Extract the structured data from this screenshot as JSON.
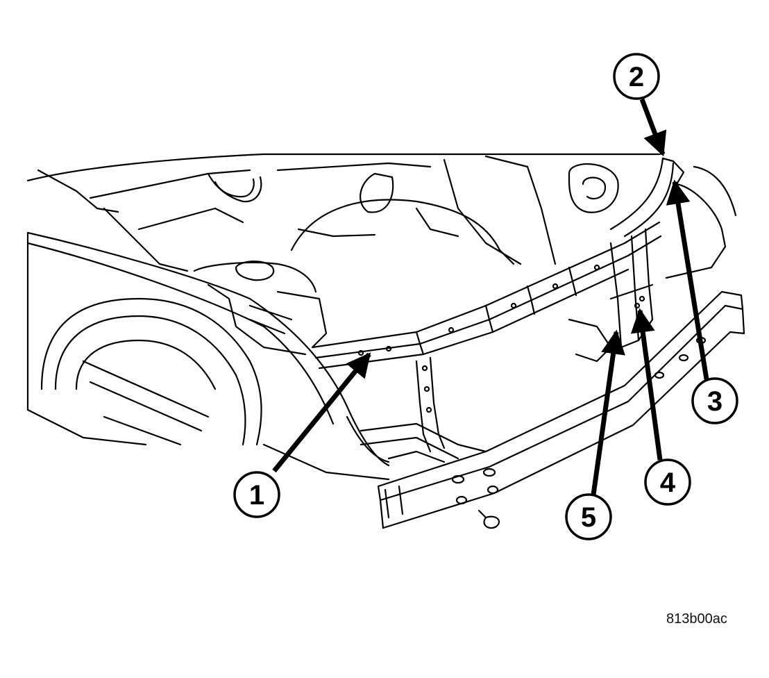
{
  "figure_code": "813b00ac",
  "callouts": [
    {
      "id": "1",
      "label": "1"
    },
    {
      "id": "2",
      "label": "2"
    },
    {
      "id": "3",
      "label": "3"
    },
    {
      "id": "4",
      "label": "4"
    },
    {
      "id": "5",
      "label": "5"
    }
  ],
  "colors": {
    "line": "#000000",
    "background": "#ffffff"
  }
}
